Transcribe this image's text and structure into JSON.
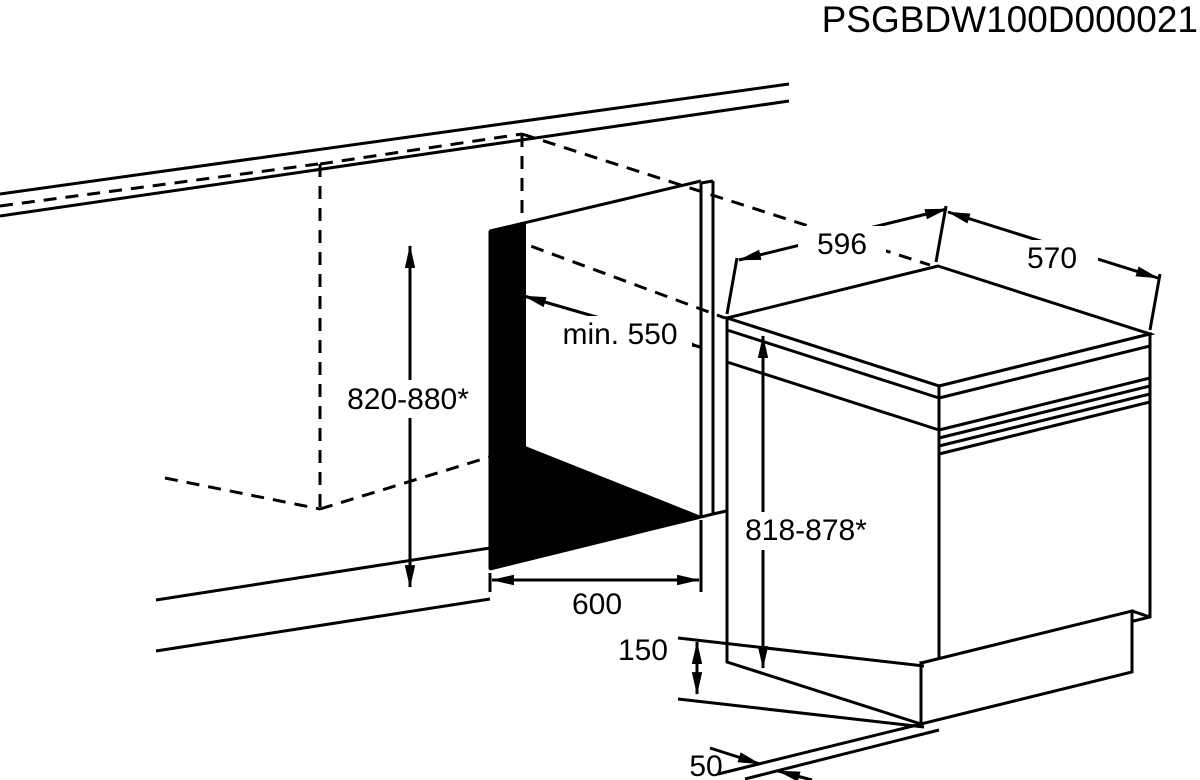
{
  "page": {
    "background_color": "#ffffff",
    "line_color": "#000000"
  },
  "title": "PSGBDW100D000021",
  "diagram": {
    "type": "built-in dishwasher installation drawing",
    "labels": {
      "niche_height": "820-880*",
      "niche_depth": "min. 550",
      "niche_width": "600",
      "appliance_width": "596",
      "appliance_depth": "570",
      "appliance_height": "818-878*",
      "plinth_height": "150",
      "plinth_recess": "50"
    }
  }
}
